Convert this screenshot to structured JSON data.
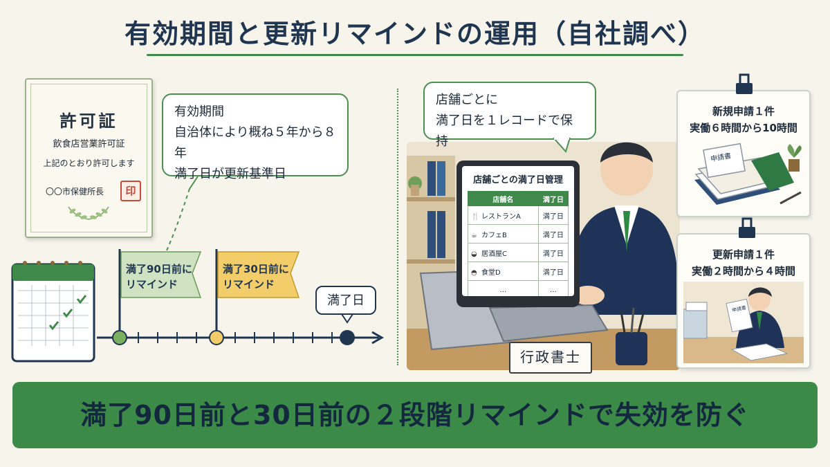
{
  "title": "有効期間と更新リマインドの運用（自社調べ）",
  "certificate": {
    "title": "許可証",
    "subtitle": "飲食店営業許可証",
    "line": "上記のとおり許可します",
    "issuer": "〇〇市保健所長",
    "seal": "印"
  },
  "validity_bubble": {
    "heading": "有効期間",
    "line1": "自治体により概ね５年から８年",
    "line2": "満了日が更新基準日"
  },
  "timeline": {
    "flag_90_line1": "満了90日前に",
    "flag_90_line2": "リマインド",
    "flag_30_line1": "満了30日前に",
    "flag_30_line2": "リマインド",
    "due_label": "満了日"
  },
  "record_bubble": {
    "line1": "店舗ごとに",
    "line2": "満了日を１レコードで保持"
  },
  "screen": {
    "title": "店舗ごとの満了日管理",
    "col_store": "店舗名",
    "col_due": "満了日",
    "rows": [
      {
        "name": "レストランA",
        "due": "満了日",
        "icon": "fork-knife-icon"
      },
      {
        "name": "カフェB",
        "due": "満了日",
        "icon": "coffee-cup-icon"
      },
      {
        "name": "居酒屋C",
        "due": "満了日",
        "icon": "bowl-icon"
      },
      {
        "name": "食堂D",
        "due": "満了日",
        "icon": "burger-icon"
      }
    ],
    "ellipsis_1": "…",
    "ellipsis_2": "…"
  },
  "nameplate": "行政書士",
  "card_new": {
    "line1": "新規申請１件",
    "line2": "実働６時間から10時間",
    "doc_label": "申請書"
  },
  "card_renew": {
    "line1": "更新申請１件",
    "line2": "実働２時間から４時間",
    "doc_label": "申請書"
  },
  "footer": "満了90日前と30日前の２段階リマインドで失効を防ぐ",
  "colors": {
    "accent_green": "#3c8a47",
    "flag_green": "#cfe3c2",
    "flag_yellow": "#f2cd6a",
    "navy": "#1f3550"
  }
}
